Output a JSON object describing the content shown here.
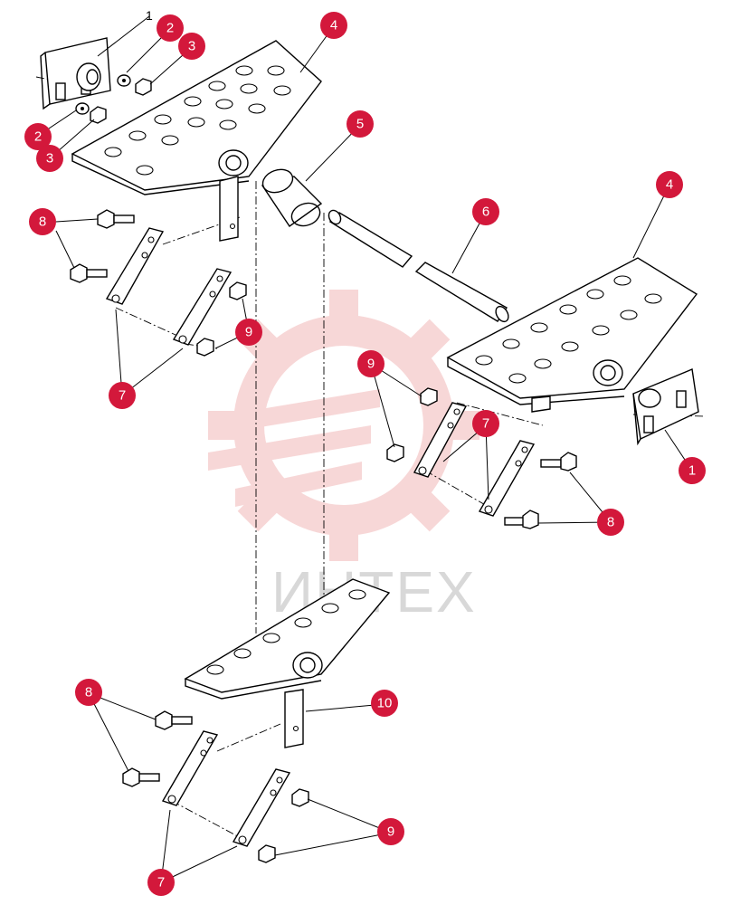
{
  "watermark": {
    "text": "ИНТЕХ",
    "color": "#f0c8c8"
  },
  "badge_color": "#d3183b",
  "callouts": [
    {
      "id": "c1a",
      "label": "1"
    },
    {
      "id": "c2a",
      "label": "2"
    },
    {
      "id": "c3a",
      "label": "3"
    },
    {
      "id": "c2b",
      "label": "2"
    },
    {
      "id": "c3b",
      "label": "3"
    },
    {
      "id": "c4a",
      "label": "4"
    },
    {
      "id": "c5",
      "label": "5"
    },
    {
      "id": "c8a",
      "label": "8"
    },
    {
      "id": "c9a",
      "label": "9"
    },
    {
      "id": "c7a",
      "label": "7"
    },
    {
      "id": "c6",
      "label": "6"
    },
    {
      "id": "c4b",
      "label": "4"
    },
    {
      "id": "c9b",
      "label": "9"
    },
    {
      "id": "c7b",
      "label": "7"
    },
    {
      "id": "c1b",
      "label": "1"
    },
    {
      "id": "c8b",
      "label": "8"
    },
    {
      "id": "c10",
      "label": "10"
    },
    {
      "id": "c8c",
      "label": "8"
    },
    {
      "id": "c9c",
      "label": "9"
    },
    {
      "id": "c7c",
      "label": "7"
    }
  ]
}
